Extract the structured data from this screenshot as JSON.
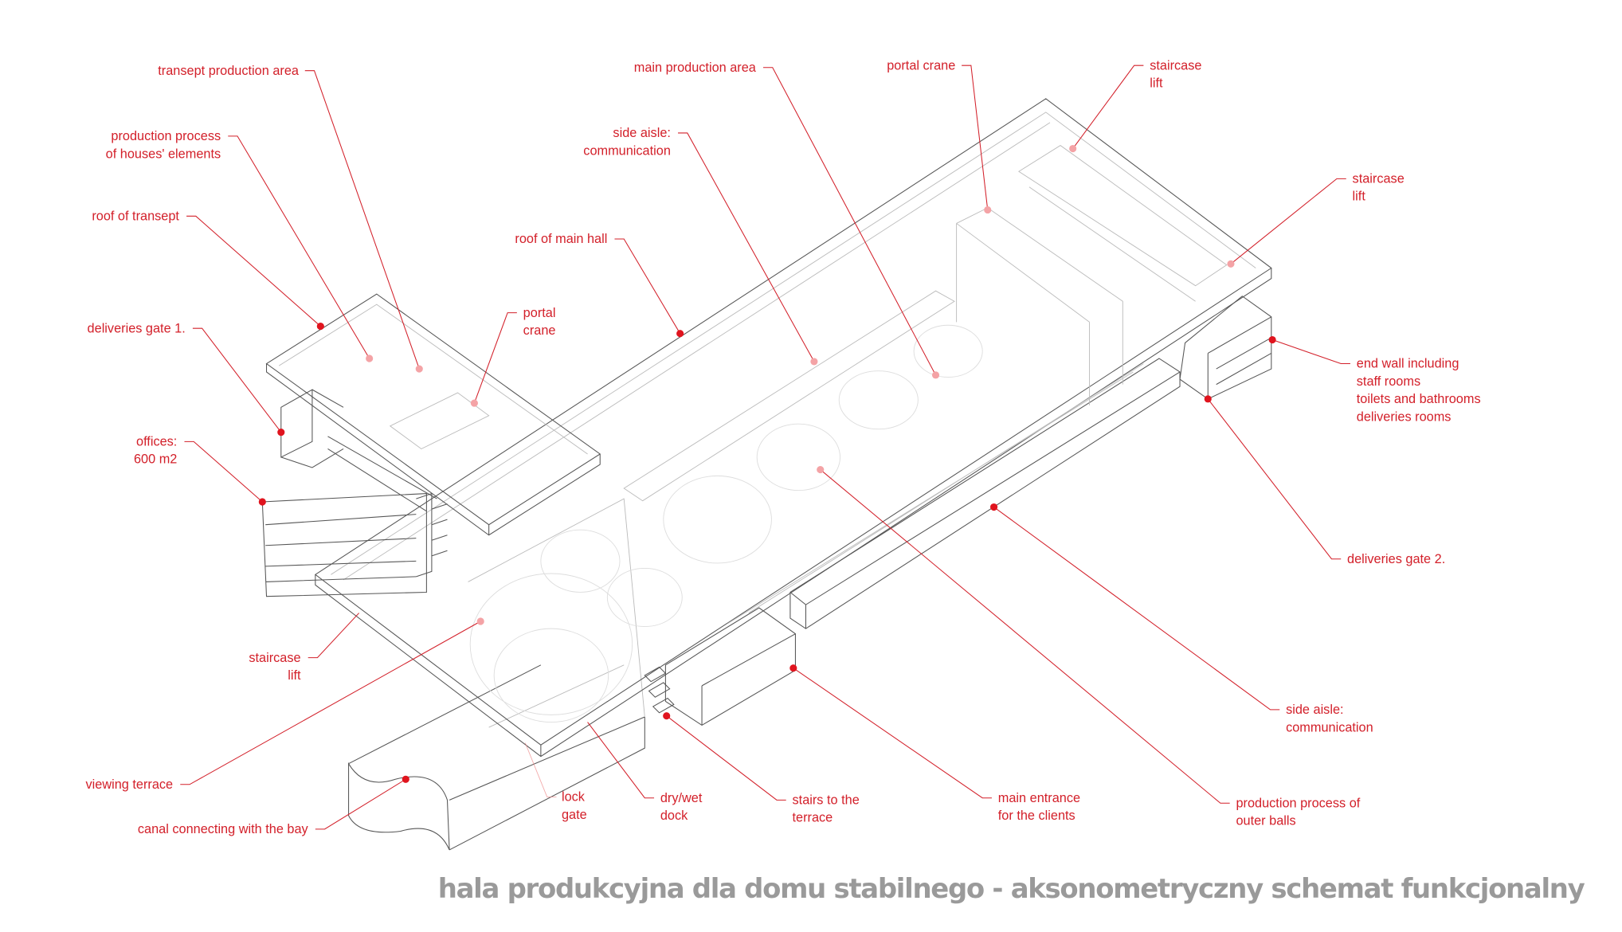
{
  "title": "hala produkcyjna dla domu stabilnego - aksonometryczny schemat funkcjonalny",
  "colors": {
    "label": "#d3202a",
    "title": "#9a9a9a",
    "lines": "#555555"
  },
  "labels": {
    "transept_production_area": [
      "transept production area"
    ],
    "production_process_houses": [
      "production process",
      "of houses' elements"
    ],
    "roof_of_transept": [
      "roof of transept"
    ],
    "deliveries_gate_1": [
      "deliveries gate 1."
    ],
    "offices": [
      "offices:",
      "600 m2"
    ],
    "staircase_lift_left": [
      "staircase",
      "lift"
    ],
    "viewing_terrace": [
      "viewing terrace"
    ],
    "canal": [
      "canal connecting with the bay"
    ],
    "lock_gate": [
      "lock",
      "gate"
    ],
    "dry_wet_dock": [
      "dry/wet",
      "dock"
    ],
    "stairs_to_terrace": [
      "stairs to the",
      "terrace"
    ],
    "main_entrance": [
      "main entrance",
      "for the clients"
    ],
    "production_outer_balls": [
      "production process of",
      "outer balls"
    ],
    "side_aisle_right": [
      "side aisle:",
      "communication"
    ],
    "deliveries_gate_2": [
      "deliveries gate 2."
    ],
    "end_wall": [
      "end wall including",
      "staff rooms",
      "toilets and bathrooms",
      "deliveries rooms"
    ],
    "staircase_lift_right": [
      "staircase",
      "lift"
    ],
    "staircase_lift_top": [
      "staircase",
      "lift"
    ],
    "portal_crane_main": [
      "portal crane"
    ],
    "main_production_area": [
      "main production area"
    ],
    "side_aisle_top": [
      "side aisle:",
      "communication"
    ],
    "roof_of_main_hall": [
      "roof of main hall"
    ],
    "portal_crane_transept": [
      "portal",
      "crane"
    ]
  }
}
